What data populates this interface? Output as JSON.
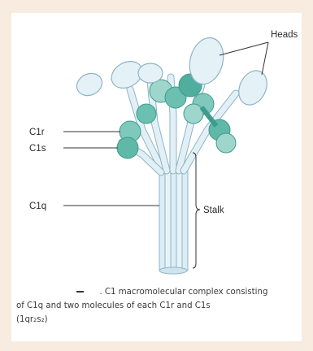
{
  "labels": {
    "heads": "Heads",
    "c1r": "C1r",
    "c1s": "C1s",
    "c1q": "C1q",
    "stalk": "Stalk"
  },
  "caption": {
    "line1": ". C1 macromolecular complex consisting",
    "line2": "of C1q and two molecules of each C1r and  C1s",
    "formula": "(1qr₂s₂)"
  },
  "colors": {
    "background": "#f8ece0",
    "head_fill": "#e4f1f7",
    "teal": "#5fb8a8",
    "teal_dark": "#3e9c8c",
    "stalk": "#dcedf5"
  }
}
